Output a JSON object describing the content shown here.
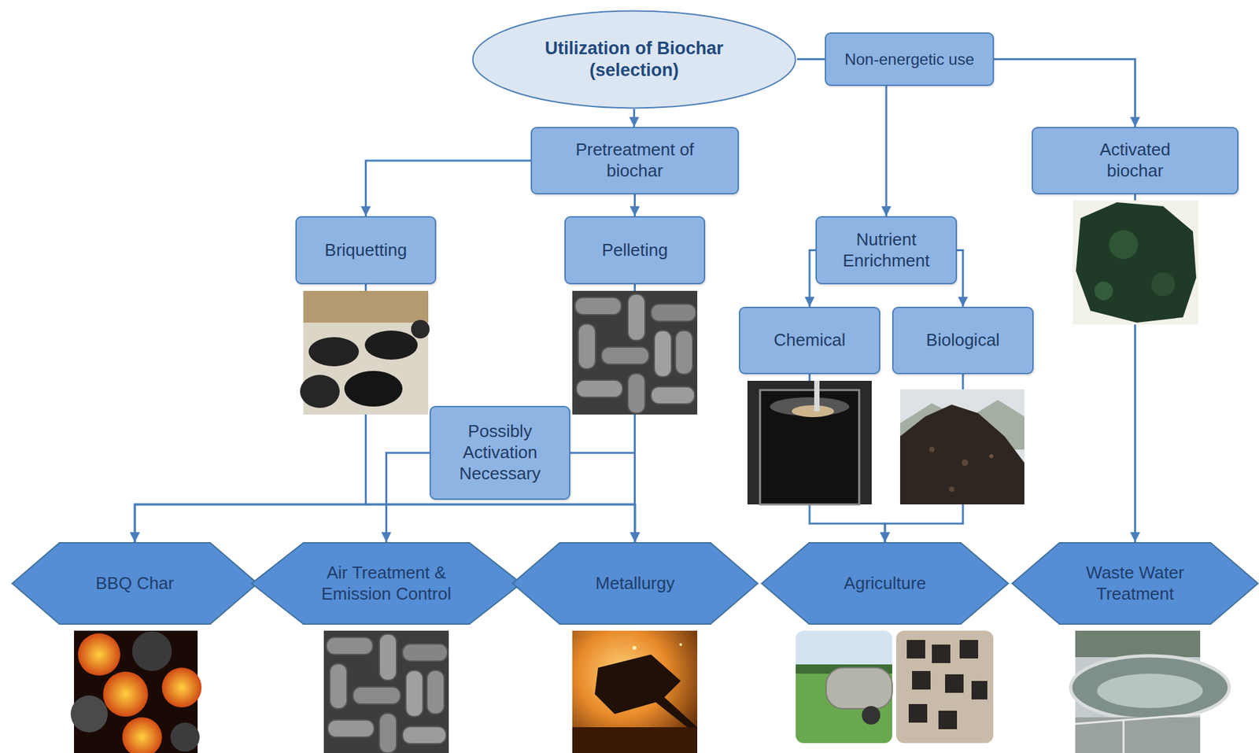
{
  "diagram": {
    "nodes": [
      {
        "text": [
          "Utilization of Biochar (selection)"
        ]
      },
      {
        "text": [
          "Non-energetic use"
        ]
      },
      {
        "text": [
          "Pretreatment of biochar"
        ]
      },
      {
        "text": [
          "Activated biochar"
        ]
      },
      {
        "text": [
          "Briquetting"
        ]
      },
      {
        "text": [
          "Pelleting"
        ]
      },
      {
        "text": [
          "Nutrient Enrichment"
        ]
      },
      {
        "text": [
          "Chemical"
        ]
      },
      {
        "text": [
          "Biological"
        ]
      },
      {
        "text": [
          "Possibly Activation Necessary"
        ]
      },
      {
        "text": [
          "BBQ Char"
        ]
      },
      {
        "text": [
          "Air Treatment & Emission Control"
        ]
      },
      {
        "text": [
          "Metallurgy"
        ]
      },
      {
        "text": [
          "Agriculture"
        ]
      },
      {
        "text": [
          "Waste Water Treatment"
        ]
      }
    ],
    "edges": [
      {
        "from": 0,
        "to": 2,
        "arrow": "to"
      },
      {
        "from": 0,
        "to": 1,
        "arrow": "none"
      },
      {
        "from": 1,
        "to": 6,
        "arrow": "to"
      },
      {
        "from": 1,
        "to": 3,
        "arrow": "to"
      },
      {
        "from": 2,
        "to": 4,
        "arrow": "to"
      },
      {
        "from": 2,
        "to": 5,
        "arrow": "to"
      },
      {
        "from": 6,
        "to": 7,
        "arrow": "to"
      },
      {
        "from": 6,
        "to": 8,
        "arrow": "to"
      },
      {
        "from": 4,
        "to": 10,
        "arrow": "to"
      },
      {
        "from": 4,
        "to": 12,
        "arrow": "to"
      },
      {
        "from": 5,
        "to": 10,
        "arrow": "to"
      },
      {
        "from": 5,
        "to": 12,
        "arrow": "to"
      },
      {
        "from": 5,
        "to": 9,
        "arrow": "none"
      },
      {
        "from": 9,
        "to": 11,
        "arrow": "to"
      },
      {
        "from": 7,
        "to": 13,
        "arrow": "to"
      },
      {
        "from": 8,
        "to": 13,
        "arrow": "to"
      },
      {
        "from": 3,
        "to": 14,
        "arrow": "to"
      }
    ]
  }
}
